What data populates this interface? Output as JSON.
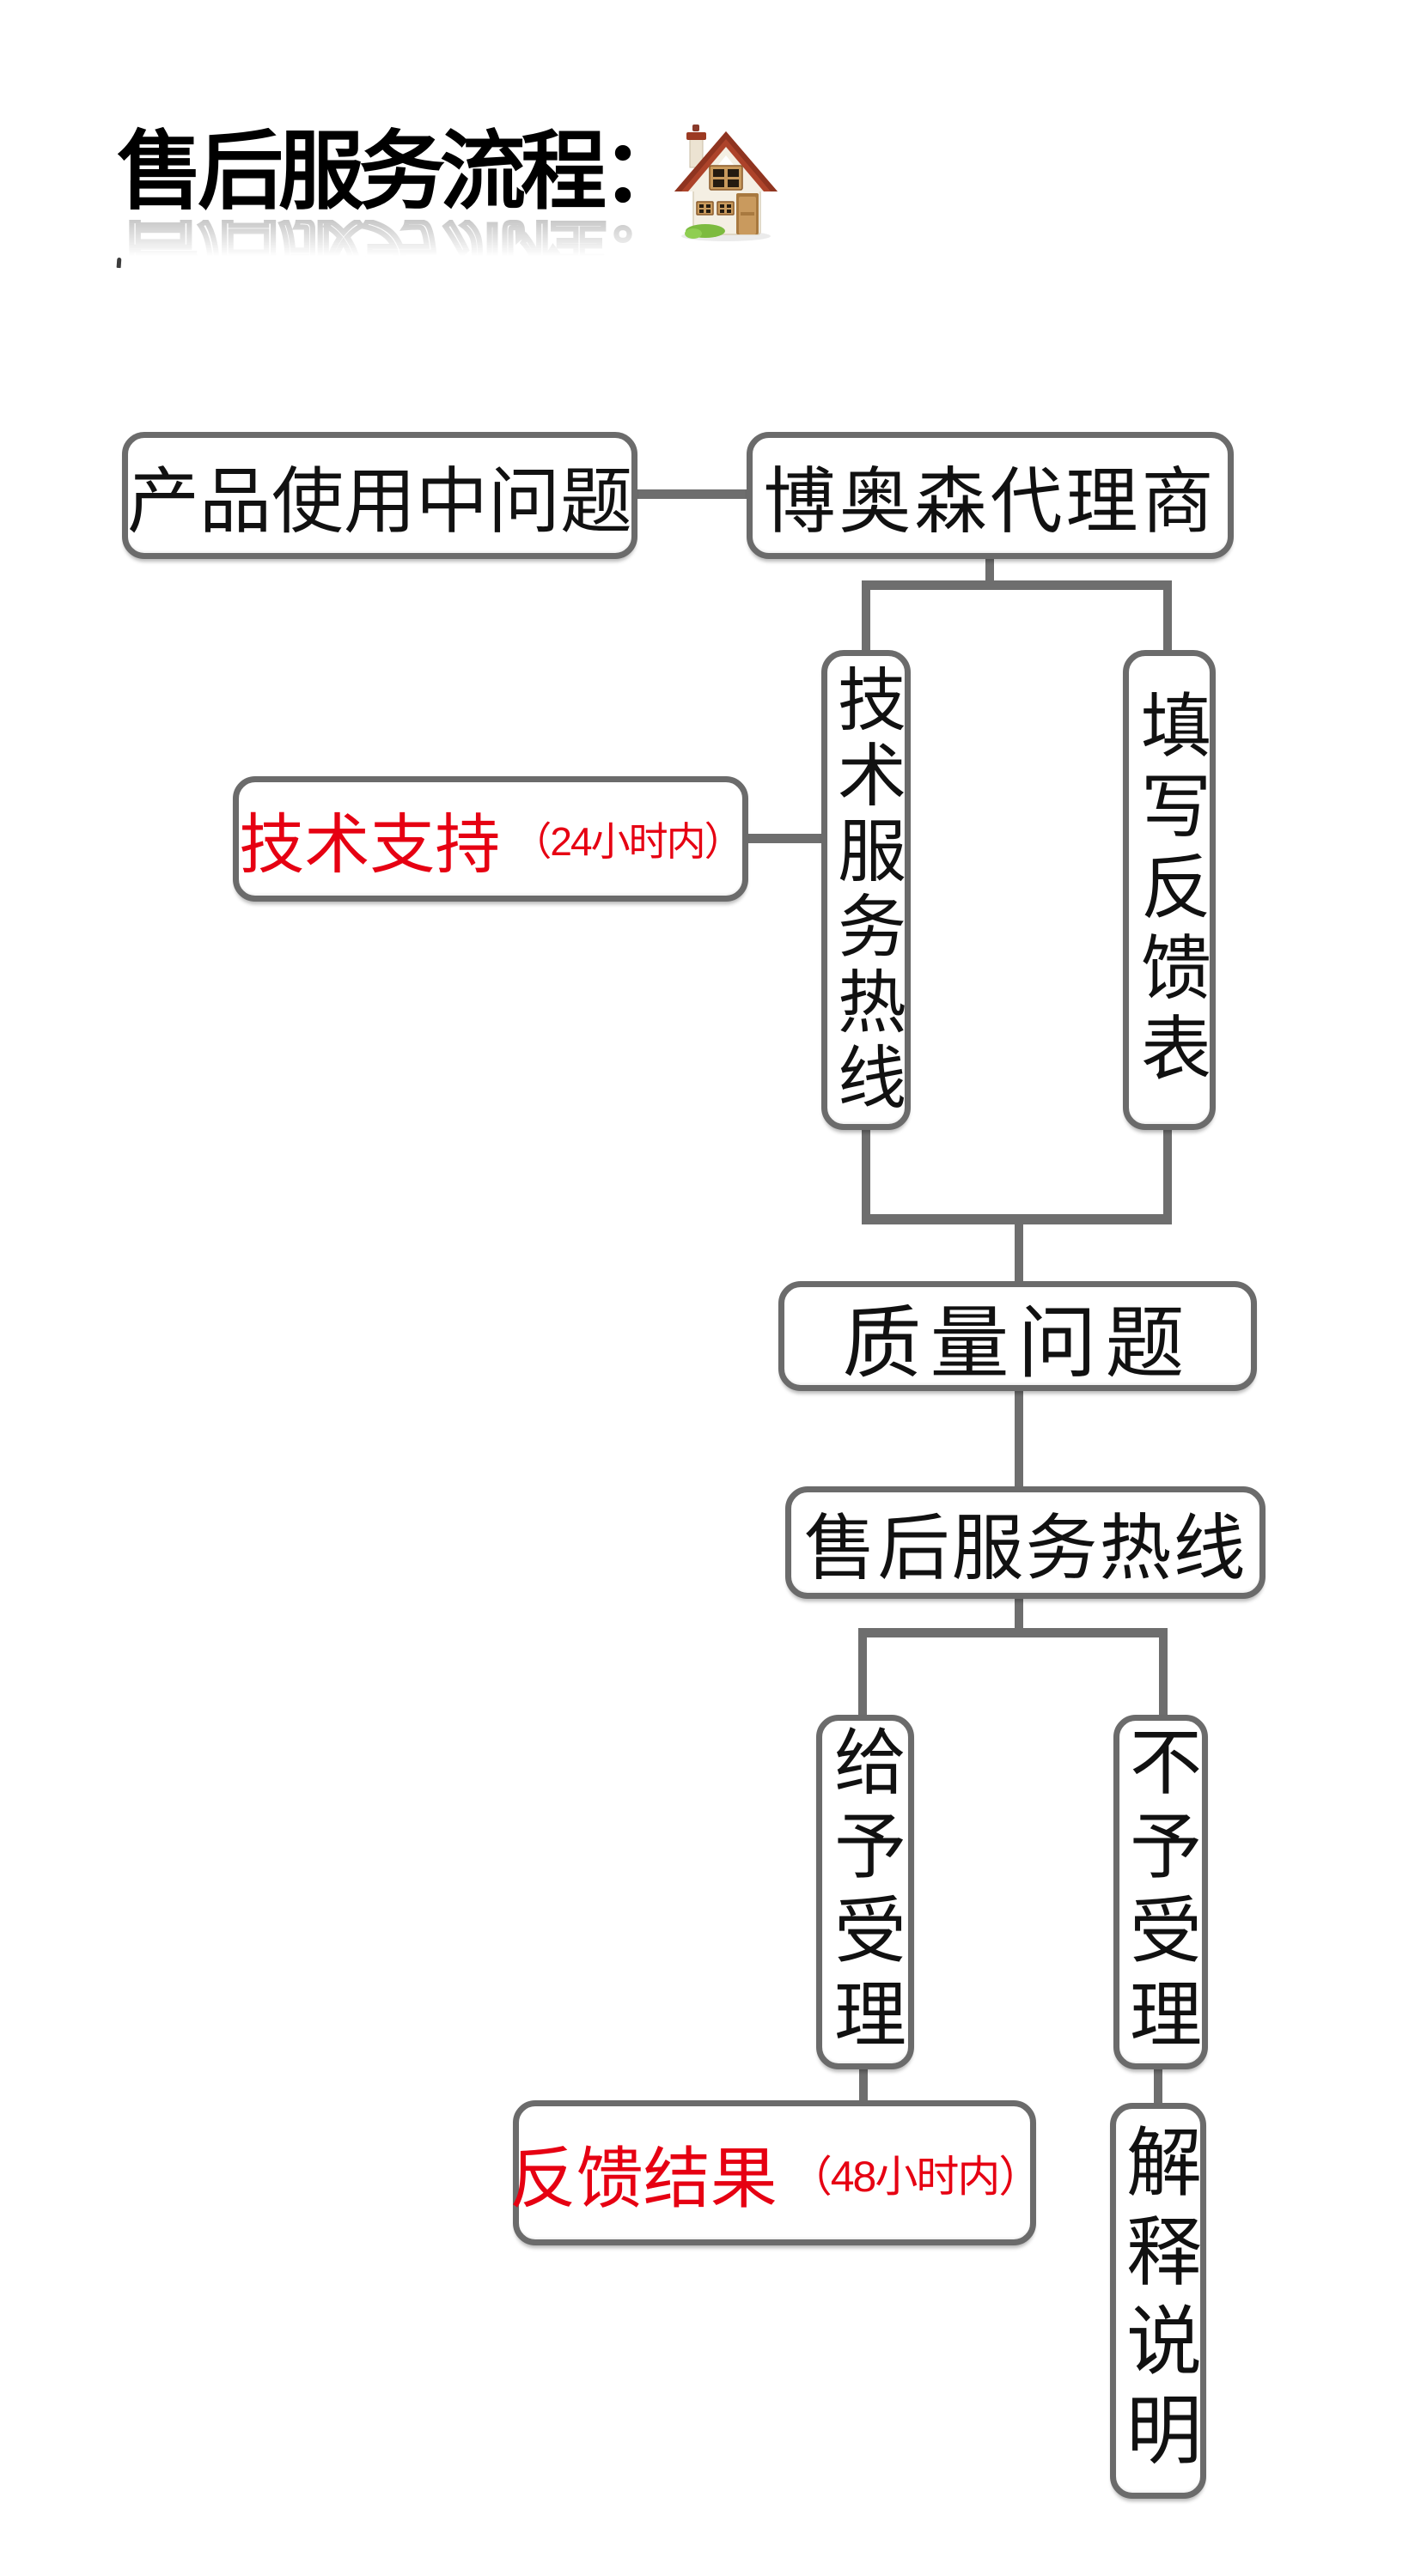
{
  "title": {
    "text": "售后服务流程：",
    "icon": "house"
  },
  "colors": {
    "line_gray": "#6e6e6e",
    "border_gray": "#6b6b6b",
    "text_black": "#111111",
    "accent_red": "#e60012",
    "background": "#ffffff"
  },
  "nodes": {
    "product_issue": {
      "label": "产品使用中问题"
    },
    "agent": {
      "label": "博奥森代理商"
    },
    "tech_service_hotline": {
      "label": "技术服务热线"
    },
    "fill_feedback_form": {
      "label": "填写反馈表"
    },
    "tech_support": {
      "label": "技术支持",
      "note": "（24小时内）"
    },
    "quality_issue": {
      "label": "质量问题"
    },
    "after_sales_hotline": {
      "label": "售后服务热线"
    },
    "accept": {
      "label": "给予受理"
    },
    "reject": {
      "label": "不予受理"
    },
    "feedback_result": {
      "label": "反馈结果",
      "note": "（48小时内）"
    },
    "explanation": {
      "label": "解释说明"
    }
  },
  "edges": [
    [
      "product_issue",
      "agent"
    ],
    [
      "agent",
      "tech_service_hotline"
    ],
    [
      "agent",
      "fill_feedback_form"
    ],
    [
      "tech_support",
      "tech_service_hotline"
    ],
    [
      "tech_service_hotline",
      "quality_issue"
    ],
    [
      "fill_feedback_form",
      "quality_issue"
    ],
    [
      "quality_issue",
      "after_sales_hotline"
    ],
    [
      "after_sales_hotline",
      "accept"
    ],
    [
      "after_sales_hotline",
      "reject"
    ],
    [
      "accept",
      "feedback_result"
    ],
    [
      "reject",
      "explanation"
    ]
  ]
}
